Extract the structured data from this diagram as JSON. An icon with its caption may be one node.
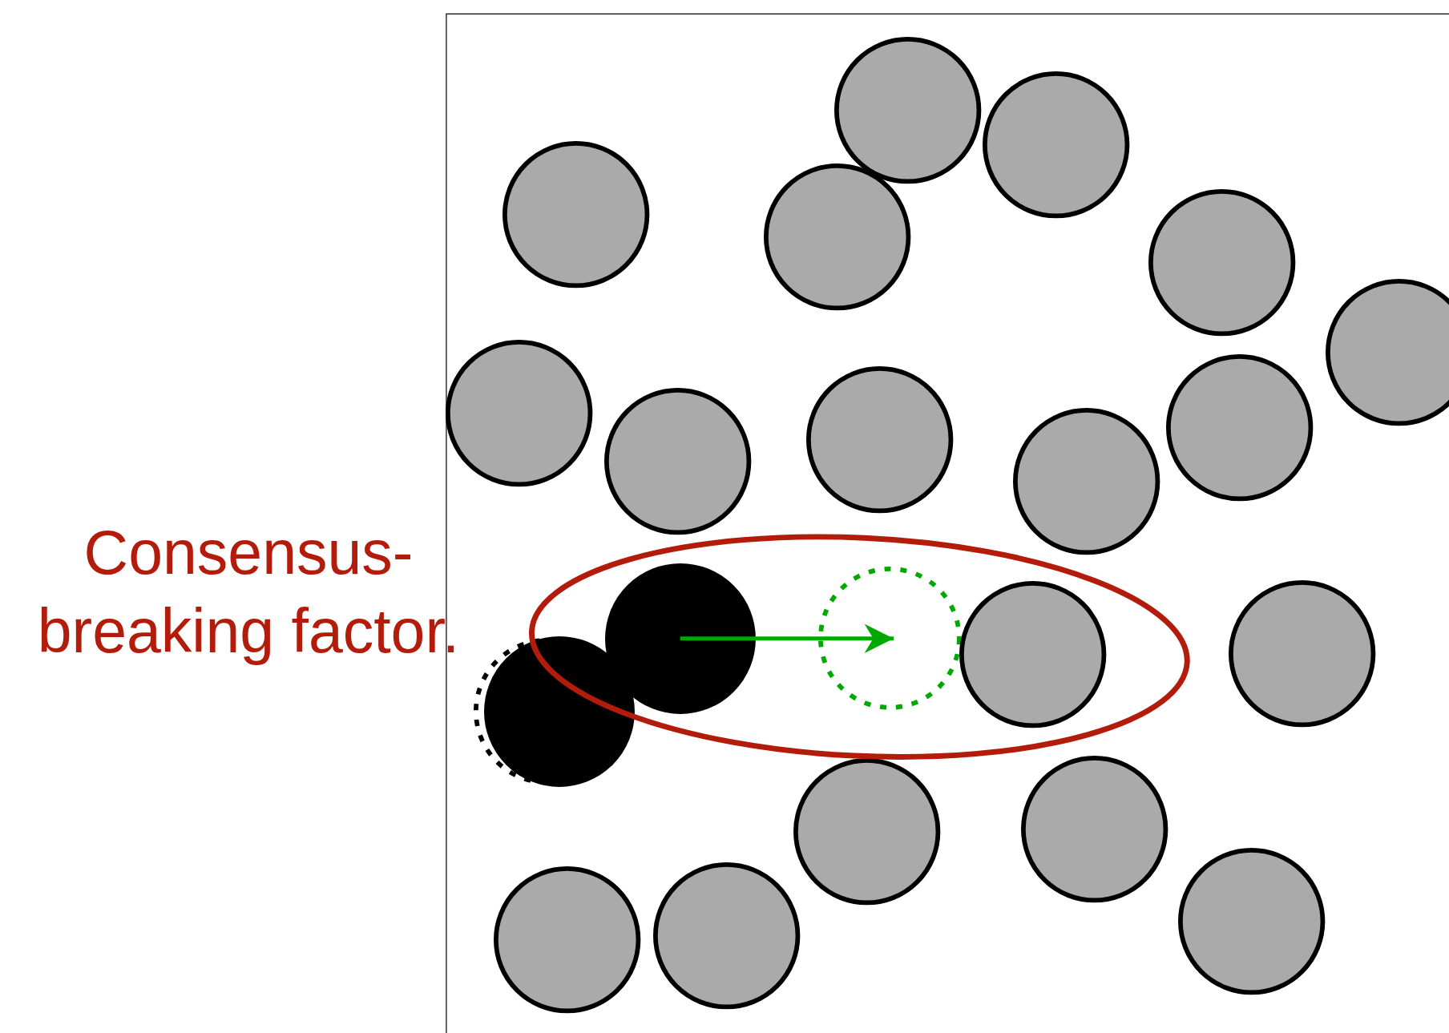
{
  "diagram": {
    "nodes": [
      {
        "text": [],
        "shape": "circle"
      },
      {
        "text": [],
        "shape": "circle"
      },
      {
        "text": [],
        "shape": "circle"
      },
      {
        "text": [],
        "shape": "circle"
      },
      {
        "text": [],
        "shape": "circle"
      },
      {
        "text": [],
        "shape": "circle"
      },
      {
        "text": [],
        "shape": "circle"
      },
      {
        "text": [],
        "shape": "circle"
      },
      {
        "text": [],
        "shape": "circle"
      },
      {
        "text": [],
        "shape": "circle"
      },
      {
        "text": [],
        "shape": "circle"
      },
      {
        "text": [],
        "shape": "circle"
      },
      {
        "text": [],
        "shape": "circle"
      },
      {
        "text": [],
        "shape": "circle"
      },
      {
        "text": [],
        "shape": "circle"
      },
      {
        "text": [],
        "shape": "circle"
      },
      {
        "text": [],
        "shape": "circle"
      },
      {
        "text": [],
        "shape": "circle"
      },
      {
        "text": [],
        "shape": "circle"
      },
      {
        "text": [],
        "shape": "circle"
      },
      {
        "text": [],
        "shape": "circle"
      },
      {
        "text": [],
        "shape": "circle"
      }
    ],
    "edges": [
      {
        "from": 11,
        "to": 12,
        "arrow": "to",
        "color": "#00a800"
      }
    ],
    "labels": [
      "Consensus-breaking factor."
    ]
  }
}
